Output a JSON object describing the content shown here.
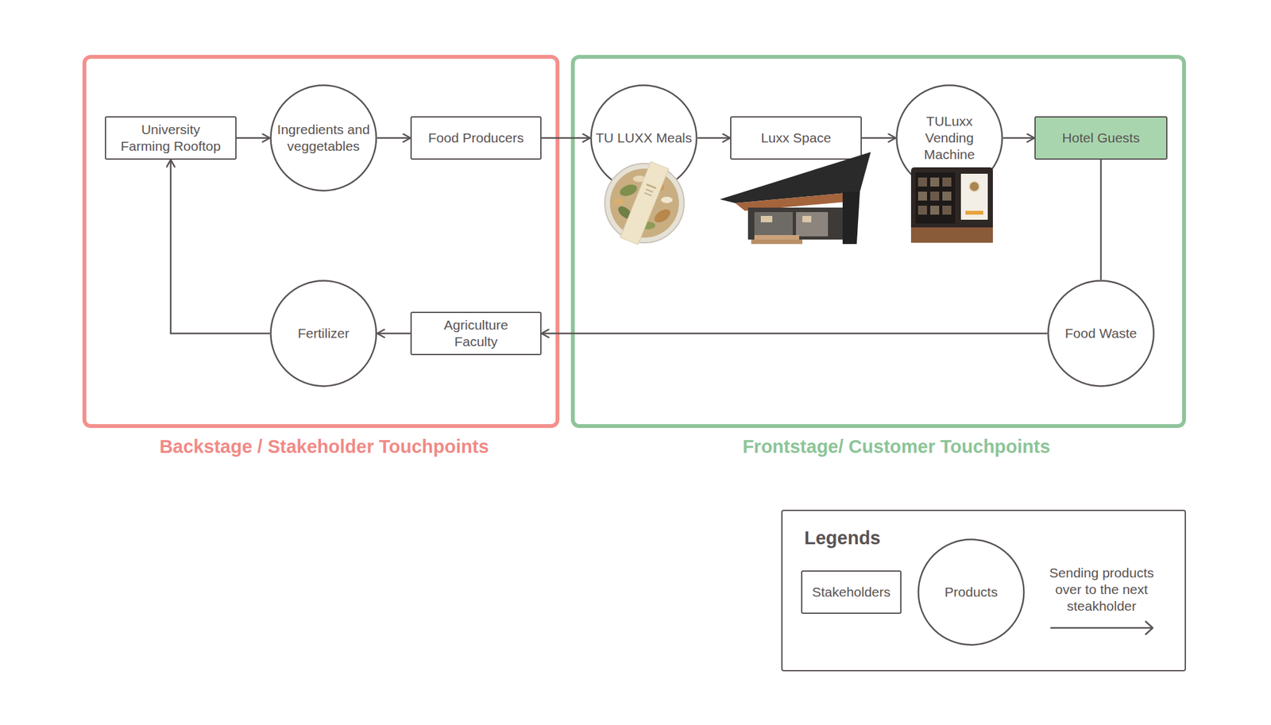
{
  "diagram": {
    "nodes": [
      {
        "text": [
          "Backstage / Stakeholder Touchpoints"
        ]
      },
      {
        "text": [
          "University Farming Rooftop"
        ],
        "in": 0
      },
      {
        "text": [
          "Ingredients and veggetables"
        ],
        "in": 0
      },
      {
        "text": [
          "Food Producers"
        ],
        "in": 0
      },
      {
        "text": [
          "Fertilizer"
        ],
        "in": 0
      },
      {
        "text": [
          "Agriculture Faculty"
        ],
        "in": 0
      },
      {
        "text": [
          "Frontstage/ Customer Touchpoints"
        ]
      },
      {
        "text": [
          "TU LUXX Meals"
        ],
        "in": 6
      },
      {
        "text": [
          "Luxx Space"
        ],
        "in": 6
      },
      {
        "text": [
          "TULuxx Vending Machine"
        ],
        "in": 6
      },
      {
        "text": [
          "Hotel Guests"
        ],
        "in": 6
      },
      {
        "text": [
          "Food Waste"
        ],
        "in": 6
      }
    ],
    "edges": [
      {
        "from": 1,
        "to": 2,
        "arrow": "to"
      },
      {
        "from": 2,
        "to": 3,
        "arrow": "to"
      },
      {
        "from": 3,
        "to": 7,
        "arrow": "to"
      },
      {
        "from": 7,
        "to": 8,
        "arrow": "to"
      },
      {
        "from": 8,
        "to": 9,
        "arrow": "to"
      },
      {
        "from": 9,
        "to": 10,
        "arrow": "to"
      },
      {
        "from": 10,
        "to": 11,
        "arrow": "none"
      },
      {
        "from": 11,
        "to": 5,
        "arrow": "to"
      },
      {
        "from": 5,
        "to": 4,
        "arrow": "to"
      },
      {
        "from": 4,
        "to": 1,
        "arrow": "to"
      }
    ],
    "labels": [
      "Legends"
    ],
    "legend": [
      {
        "text": "Stakeholders"
      },
      {
        "text": "Products"
      },
      {
        "text": "Sending products over to the next steakholder"
      }
    ]
  }
}
